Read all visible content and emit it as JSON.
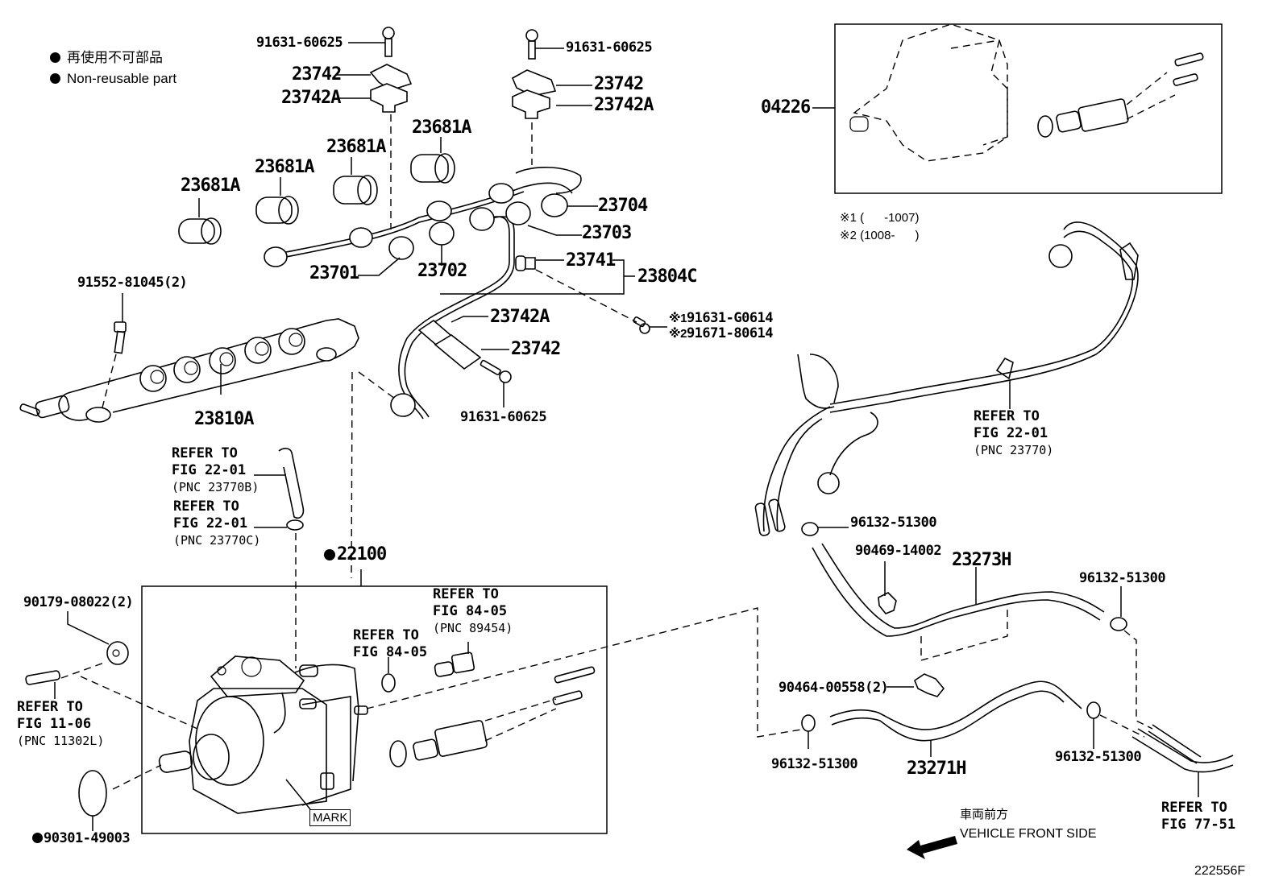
{
  "legend": {
    "bullet_jp": "再使用不可部品",
    "bullet_en": "Non-reusable part"
  },
  "parts": {
    "bolt_top_left": "91631-60625",
    "clamp_top_left": "23742",
    "clamp_base_top_left": "23742A",
    "bolt_top_right": "91631-60625",
    "clamp_top_right": "23742",
    "clamp_base_top_right": "23742A",
    "grommet_1": "23681A",
    "grommet_2": "23681A",
    "grommet_3": "23681A",
    "grommet_4": "23681A",
    "pipe_23704": "23704",
    "pipe_23703": "23703",
    "pipe_23701": "23701",
    "pipe_23702": "23702",
    "clamp_23741": "23741",
    "pipe_set": "23804C",
    "clamp_mid": "23742A",
    "clamp_mid_top": "23742",
    "bolt_mid": "91631-60625",
    "bolt_var1": "91631-G0614",
    "bolt_var2": "91671-80614",
    "var1_mark": "※1",
    "var2_mark": "※2",
    "rail_bolt": "91552-81045(2)",
    "fuel_rail": "23810A",
    "pump_assy_sub": "04226",
    "pump_assy": "22100",
    "nut": "90179-08022(2)",
    "oring": "90301-49003",
    "clip_top": "96132-51300",
    "clamp_90469": "90469-14002",
    "hose_23273": "23273H",
    "clip_right": "96132-51300",
    "clamp_90464": "90464-00558(2)",
    "clip_bottom_left": "96132-51300",
    "hose_23271": "23271H",
    "clip_bottom_right": "96132-51300",
    "mark_label": "MARK"
  },
  "variants": {
    "v1": "※1 (      -1007)",
    "v2": "※2 (1008-      )"
  },
  "refs": {
    "r_hose_b": {
      "l1": "REFER TO",
      "l2": "FIG 22-01",
      "l3": "(PNC 23770B)"
    },
    "r_hose_c": {
      "l1": "REFER TO",
      "l2": "FIG 22-01",
      "l3": "(PNC 23770C)"
    },
    "r_sensor": {
      "l1": "REFER TO",
      "l2": "FIG 84-05",
      "l3": "(PNC 89454)"
    },
    "r_oring_sensor": {
      "l1": "REFER TO",
      "l2": "FIG 84-05"
    },
    "r_stud": {
      "l1": "REFER TO",
      "l2": "FIG 11-06",
      "l3": "(PNC 11302L)"
    },
    "r_pipe": {
      "l1": "REFER TO",
      "l2": "FIG 22-01",
      "l3": "(PNC 23770)"
    },
    "r_tube": {
      "l1": "REFER TO",
      "l2": "FIG 77-51"
    }
  },
  "direction": {
    "jp": "車両前方",
    "en": "VEHICLE FRONT SIDE"
  },
  "figure_id": "222556F"
}
